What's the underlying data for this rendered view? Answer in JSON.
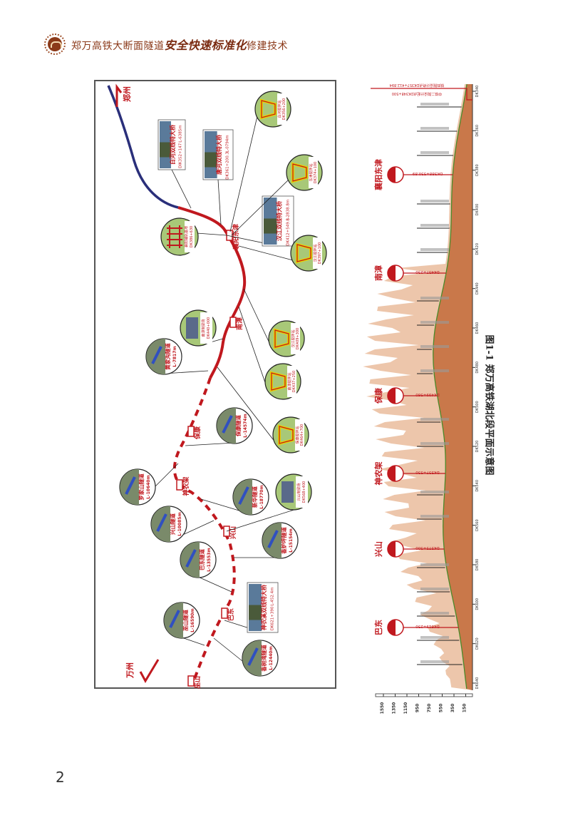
{
  "header": {
    "title_plain": "郑万高铁大断面隧道",
    "title_emph": "安全快速标准化",
    "title_end": "修建技术"
  },
  "page_number": "2",
  "figure": {
    "caption": "图1-1  郑万高铁湖北段平面示意图"
  },
  "map": {
    "directions": {
      "start": "郑州",
      "end": "万州"
    },
    "stations": [
      "襄阳东津",
      "南漳",
      "保康",
      "神农架",
      "兴山",
      "巴东",
      "巫山"
    ],
    "bridges": [
      {
        "name": "白河双线特大桥",
        "length": "L-6385m",
        "chainage": "DIK352+147"
      },
      {
        "name": "唐河双线特大桥",
        "length": "L-0794m",
        "chainage": "DK361+200.3"
      },
      {
        "name": "汉江双线特大桥",
        "length": "L-2838.8m",
        "chainage": "DK412+549.8"
      },
      {
        "name": "神农溪双线特大桥",
        "length": "L-452.4m",
        "chainage": "DK621+390"
      }
    ],
    "tunnels": [
      {
        "name": "黄家沟隧道",
        "length": "L-7817m"
      },
      {
        "name": "保康隧道",
        "length": "L-14574m"
      },
      {
        "name": "罗家山隧道",
        "length": "L-10640m"
      },
      {
        "name": "新华隧道",
        "length": "L-18770m"
      },
      {
        "name": "兴山隧道",
        "length": "L-10085m"
      },
      {
        "name": "香炉坪隧道",
        "length": "L-15154m"
      },
      {
        "name": "巴东隧道",
        "length": "L-13553m"
      },
      {
        "name": "巫山隧道",
        "length": "L-16590m"
      },
      {
        "name": "香树湾隧道",
        "length": "L-12440m"
      }
    ],
    "mixing_stations": [
      {
        "name": "白河搅拌站",
        "chainage": "DK356+200"
      },
      {
        "name": "东津搅拌站",
        "chainage": "DK374+100"
      },
      {
        "name": "汉江搅拌站",
        "chainage": "DK397+100"
      },
      {
        "name": "汉江搅拌站",
        "chainage": "DK409+300"
      },
      {
        "name": "南漳搅拌站",
        "chainage": "DK437+250"
      },
      {
        "name": "保康搅拌站",
        "chainage": "DK464+700"
      }
    ],
    "track_base": {
      "name": "襄阳铺轨基地",
      "chainage": "DK386+630"
    },
    "plants": [
      {
        "name": "南漳制梁场",
        "chainage": "DK440+000"
      },
      {
        "name": "兴山制梁场",
        "chainage": "DK568+400"
      }
    ]
  },
  "profile": {
    "start_labels": [
      "铁四院设计终点DK357+412.894",
      "中铁二院设计起点DK348+500"
    ],
    "stations": [
      {
        "name": "襄阳东津",
        "chainage": "DK388+530.89"
      },
      {
        "name": "南漳",
        "chainage": "DK437+230"
      },
      {
        "name": "保康",
        "chainage": "DK499+560"
      },
      {
        "name": "神农架",
        "chainage": "DK537+530"
      },
      {
        "name": "兴山",
        "chainage": "DK575+300"
      },
      {
        "name": "巴东",
        "chainage": "DK619+250"
      }
    ],
    "elevation_ticks": [
      "1550",
      "1350",
      "1150",
      "950",
      "750",
      "550",
      "350",
      "150"
    ],
    "chainage_ticks": [
      "DK340",
      "DK360",
      "DK380",
      "DK400",
      "DK420",
      "DK440",
      "DK460",
      "DK480",
      "DK500",
      "DK520",
      "DK540",
      "DK560",
      "DK580",
      "DK600",
      "DK620",
      "DK640"
    ],
    "colors": {
      "route": "#c0181e",
      "route_start": "#2a2f7a",
      "terrain": "#c9784a",
      "ground": "#4a8a2a"
    }
  }
}
